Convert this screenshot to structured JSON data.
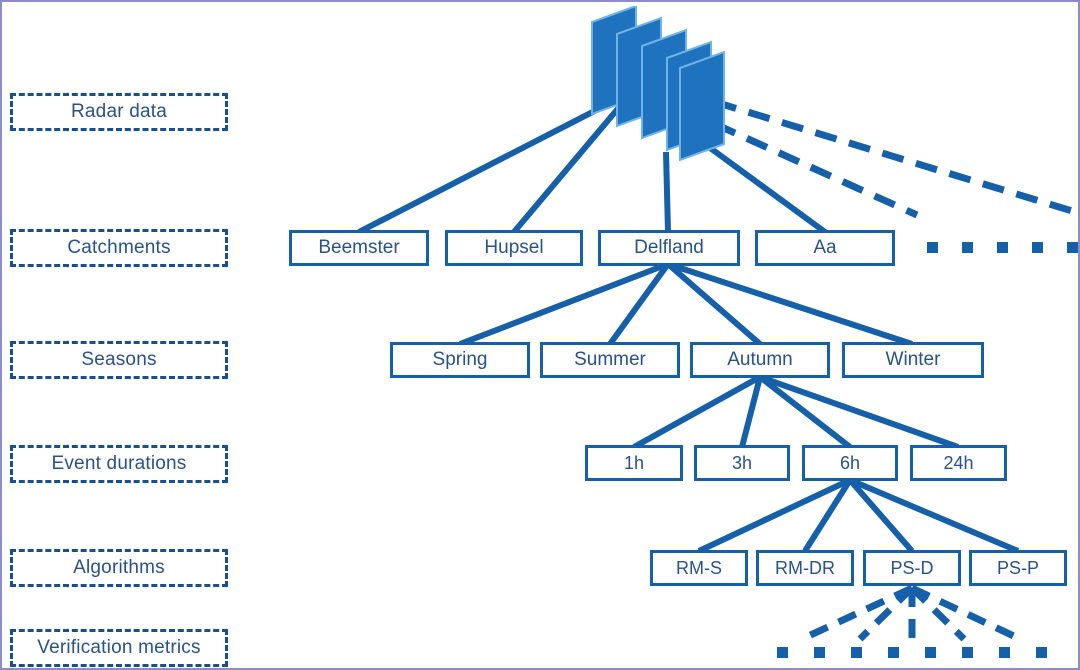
{
  "frame": {
    "border_color": "#8c8ccc",
    "background": "#ffffff"
  },
  "palette": {
    "node_border": "#1560a8",
    "node_text": "#2a5288",
    "stage_label_border": "#1a4f8a",
    "connector": "#1560a8",
    "radar_fill": "#1f72bd",
    "radar_edge": "#6fb3e8",
    "dot": "#1560a8"
  },
  "stages": [
    {
      "id": "radar-data",
      "label": "Radar data"
    },
    {
      "id": "catchments",
      "label": "Catchments"
    },
    {
      "id": "seasons",
      "label": "Seasons"
    },
    {
      "id": "event-durations",
      "label": "Event durations"
    },
    {
      "id": "algorithms",
      "label": "Algorithms"
    },
    {
      "id": "verification-metrics",
      "label": "Verification metrics"
    }
  ],
  "catchments": [
    {
      "label": "Beemster"
    },
    {
      "label": "Hupsel"
    },
    {
      "label": "Delfland"
    },
    {
      "label": "Aa"
    }
  ],
  "seasons": [
    {
      "label": "Spring"
    },
    {
      "label": "Summer"
    },
    {
      "label": "Autumn"
    },
    {
      "label": "Winter"
    }
  ],
  "event_durations": [
    {
      "label": "1h"
    },
    {
      "label": "3h"
    },
    {
      "label": "6h"
    },
    {
      "label": "24h"
    }
  ],
  "algorithms": [
    {
      "label": "RM-S"
    },
    {
      "label": "RM-DR"
    },
    {
      "label": "PS-D"
    },
    {
      "label": "PS-P"
    }
  ],
  "ellipsis": {
    "catchments_dot_count": 5,
    "metrics_dot_count": 8
  },
  "radar_stack": {
    "layer_count": 5,
    "icon": "stacked-radar-layers"
  }
}
